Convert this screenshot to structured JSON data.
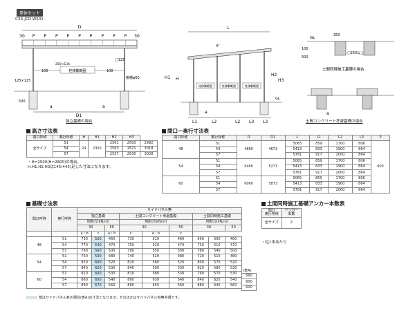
{
  "header": {
    "badge": "単体セット",
    "code": "CXS-JCD-WS01"
  },
  "drawing1": {
    "dim_d": "D",
    "dim_d1": "D1",
    "top_labels": [
      "30",
      "P",
      "P",
      "P",
      "P",
      "P",
      "P",
      "P",
      "P",
      "P",
      "30"
    ],
    "notch": "250×134",
    "gutter": "□125",
    "post_range": "柱移動範囲",
    "rain": "雨樋φ60",
    "dim_100": "100",
    "dim_125": "125×125",
    "dim_500": "500",
    "a": "a",
    "caption": "独立基礎の場合"
  },
  "drawing2": {
    "L": "L",
    "slope": "4°",
    "H1": "H1",
    "H": "H",
    "H2": "H2",
    "H3": "H3",
    "GL": "GL",
    "post_range": "柱移動範囲",
    "L1": "L1",
    "L2": "L2",
    "L3": "L3",
    "a": "a"
  },
  "drawing3": {
    "GL": "GL",
    "d350": "350",
    "d100": "100",
    "d500": "500",
    "note": "□250以上",
    "caption_top": "土間同時施工基礎の場合",
    "a": "a",
    "caption_bottom": "土間コンクリート考慮基礎の場合"
  },
  "height_table": {
    "title": "高さ寸法表",
    "headers": [
      "間口呼称",
      "奥行呼称",
      "H",
      "H1",
      "H2",
      "H3"
    ],
    "group1": "全サイズ",
    "group2": "24",
    "h": "2355",
    "rows": [
      [
        "51",
        "2561",
        "2593",
        "2992"
      ],
      [
        "54",
        "2563",
        "2621",
        "3018"
      ],
      [
        "57",
        "2557",
        "2635",
        "3038"
      ]
    ],
    "notes": [
      "・H=2500(H=2800)の場合、",
      "H,H1,H2,H3は145(445)足した寸法になります。"
    ]
  },
  "frontage_table": {
    "title": "間口ー奥行寸法表",
    "headers": [
      "間口呼称",
      "奥行呼称",
      "D",
      "D1",
      "L",
      "L1",
      "L2",
      "L3",
      "P"
    ],
    "p_value": "600",
    "groups": [
      {
        "code": "48",
        "d": "4860",
        "d1": "4673",
        "rows": [
          [
            "51",
            "5065",
            "859",
            "1700",
            "806"
          ],
          [
            "54",
            "5413",
            "833",
            "1900",
            "864"
          ],
          [
            "57",
            "5781",
            "917",
            "2000",
            "864"
          ]
        ]
      },
      {
        "code": "54",
        "d": "5460",
        "d1": "5273",
        "rows": [
          [
            "51",
            "5065",
            "859",
            "1700",
            "806"
          ],
          [
            "54",
            "5413",
            "833",
            "1900",
            "864"
          ],
          [
            "57",
            "5781",
            "917",
            "2000",
            "864"
          ]
        ]
      },
      {
        "code": "60",
        "d": "6060",
        "d1": "5873",
        "rows": [
          [
            "51",
            "5065",
            "859",
            "1700",
            "806"
          ],
          [
            "54",
            "5413",
            "833",
            "1900",
            "864"
          ],
          [
            "57",
            "5781",
            "917",
            "2000",
            "864"
          ]
        ]
      }
    ]
  },
  "foundation_table": {
    "title": "基礎寸法表",
    "top_header": "サイドパネル無",
    "col_frontage": "間口呼称",
    "col_depth": "奥行呼称",
    "sub_headers": [
      "独立基礎",
      "土間コンクリート考慮基礎",
      "土間同時施工基礎"
    ],
    "ground": "地耐力(kN/㎡)",
    "loads": [
      "30",
      "50"
    ],
    "row_ab": [
      "a・b",
      "c",
      "a・b",
      "c",
      "a・b",
      "c"
    ],
    "groups": [
      {
        "code": "48",
        "rows": [
          [
            "51",
            "730",
            "520",
            "460",
            "730",
            "510",
            "460",
            "690",
            "500",
            "460"
          ],
          [
            "54",
            "770",
            "540",
            "470",
            "750",
            "520",
            "470",
            "730",
            "510",
            "470"
          ],
          [
            "57",
            "790",
            "560",
            "500",
            "790",
            "550",
            "500",
            "780",
            "540",
            "500"
          ]
        ]
      },
      {
        "code": "54",
        "rows": [
          [
            "51",
            "750",
            "530",
            "480",
            "740",
            "520",
            "480",
            "720",
            "510",
            "480"
          ],
          [
            "54",
            "820",
            "600",
            "520",
            "820",
            "580",
            "520",
            "800",
            "570",
            "520"
          ],
          [
            "57",
            "840",
            "620",
            "530",
            "840",
            "590",
            "530",
            "820",
            "580",
            "530"
          ]
        ]
      },
      {
        "code": "60",
        "rows": [
          [
            "51",
            "810",
            "600",
            "530",
            "810",
            "580",
            "530",
            "790",
            "570",
            "530"
          ],
          [
            "54",
            "860",
            "650",
            "540",
            "860",
            "630",
            "540",
            "840",
            "620",
            "540"
          ],
          [
            "57",
            "890",
            "670",
            "560",
            "890",
            "650",
            "560",
            "880",
            "640",
            "560"
          ]
        ]
      }
    ],
    "table_a_label": "(表A)",
    "table_a_values": [
      "560",
      "600",
      "620"
    ],
    "footnote": "部はサイドパネル有の場合(表A)の寸法となります。そのほかはサイドパネル有無共通です。"
  },
  "anchor_table": {
    "title": "土間同時施工基礎アンカー本数表",
    "headers": [
      "間口\n奥行呼称",
      "アンカー\n本数"
    ],
    "row": [
      "全サイズ",
      "2"
    ],
    "note": "・柱1本あたり"
  }
}
